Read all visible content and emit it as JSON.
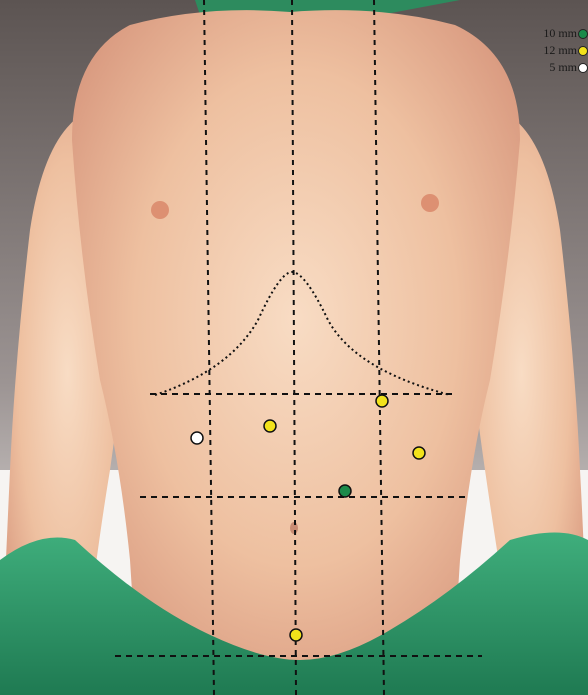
{
  "legend": [
    {
      "label": "10 mm",
      "color": "#1b8a4a",
      "size_mm": 10
    },
    {
      "label": "12 mm",
      "color": "#f2e21b",
      "size_mm": 12
    },
    {
      "label": "5 mm",
      "color": "#ffffff",
      "size_mm": 5
    }
  ],
  "ports": [
    {
      "name": "port-10mm",
      "size_mm": 10
    },
    {
      "name": "port-12mm-upper-right",
      "size_mm": 12
    },
    {
      "name": "port-12mm-upper-left",
      "size_mm": 12
    },
    {
      "name": "port-12mm-right",
      "size_mm": 12
    },
    {
      "name": "port-12mm-lower",
      "size_mm": 12
    },
    {
      "name": "port-5mm",
      "size_mm": 5
    }
  ],
  "colors": {
    "skin": "#eec2a3",
    "drape": "#2e9a6a",
    "guide_line": "#111111"
  }
}
